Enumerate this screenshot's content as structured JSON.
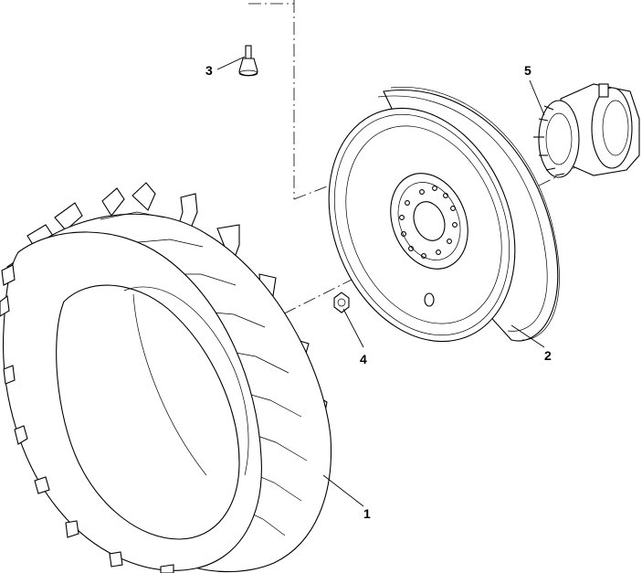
{
  "callouts": {
    "tire": "1",
    "rim": "2",
    "valve": "3",
    "nut": "4",
    "hub": "5"
  },
  "colors": {
    "ink": "#000000",
    "paper": "#ffffff"
  }
}
